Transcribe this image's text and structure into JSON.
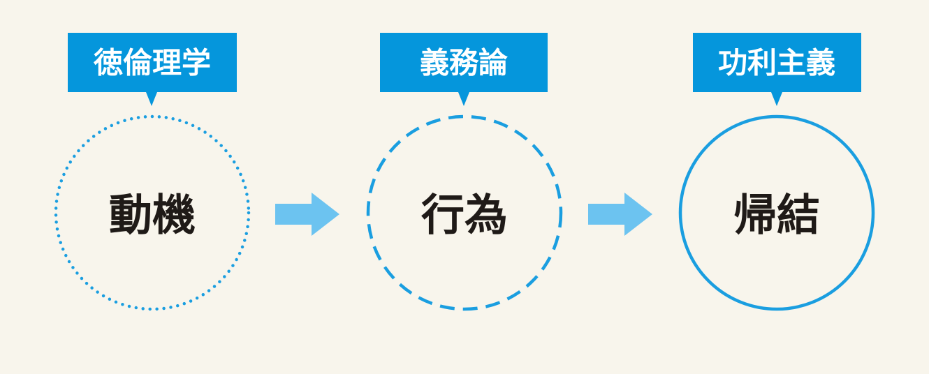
{
  "colors": {
    "background": "#f8f5ec",
    "label_fill": "#0596dc",
    "label_text": "#ffffff",
    "circle_stroke": "#1a9ee0",
    "arrow_fill": "#6cc3f0",
    "circle_text": "#1f1a17"
  },
  "stages": [
    {
      "label": "徳倫理学",
      "circle_text": "動機",
      "border_style": "dotted"
    },
    {
      "label": "義務論",
      "circle_text": "行為",
      "border_style": "dashed"
    },
    {
      "label": "功利主義",
      "circle_text": "帰結",
      "border_style": "solid"
    }
  ]
}
